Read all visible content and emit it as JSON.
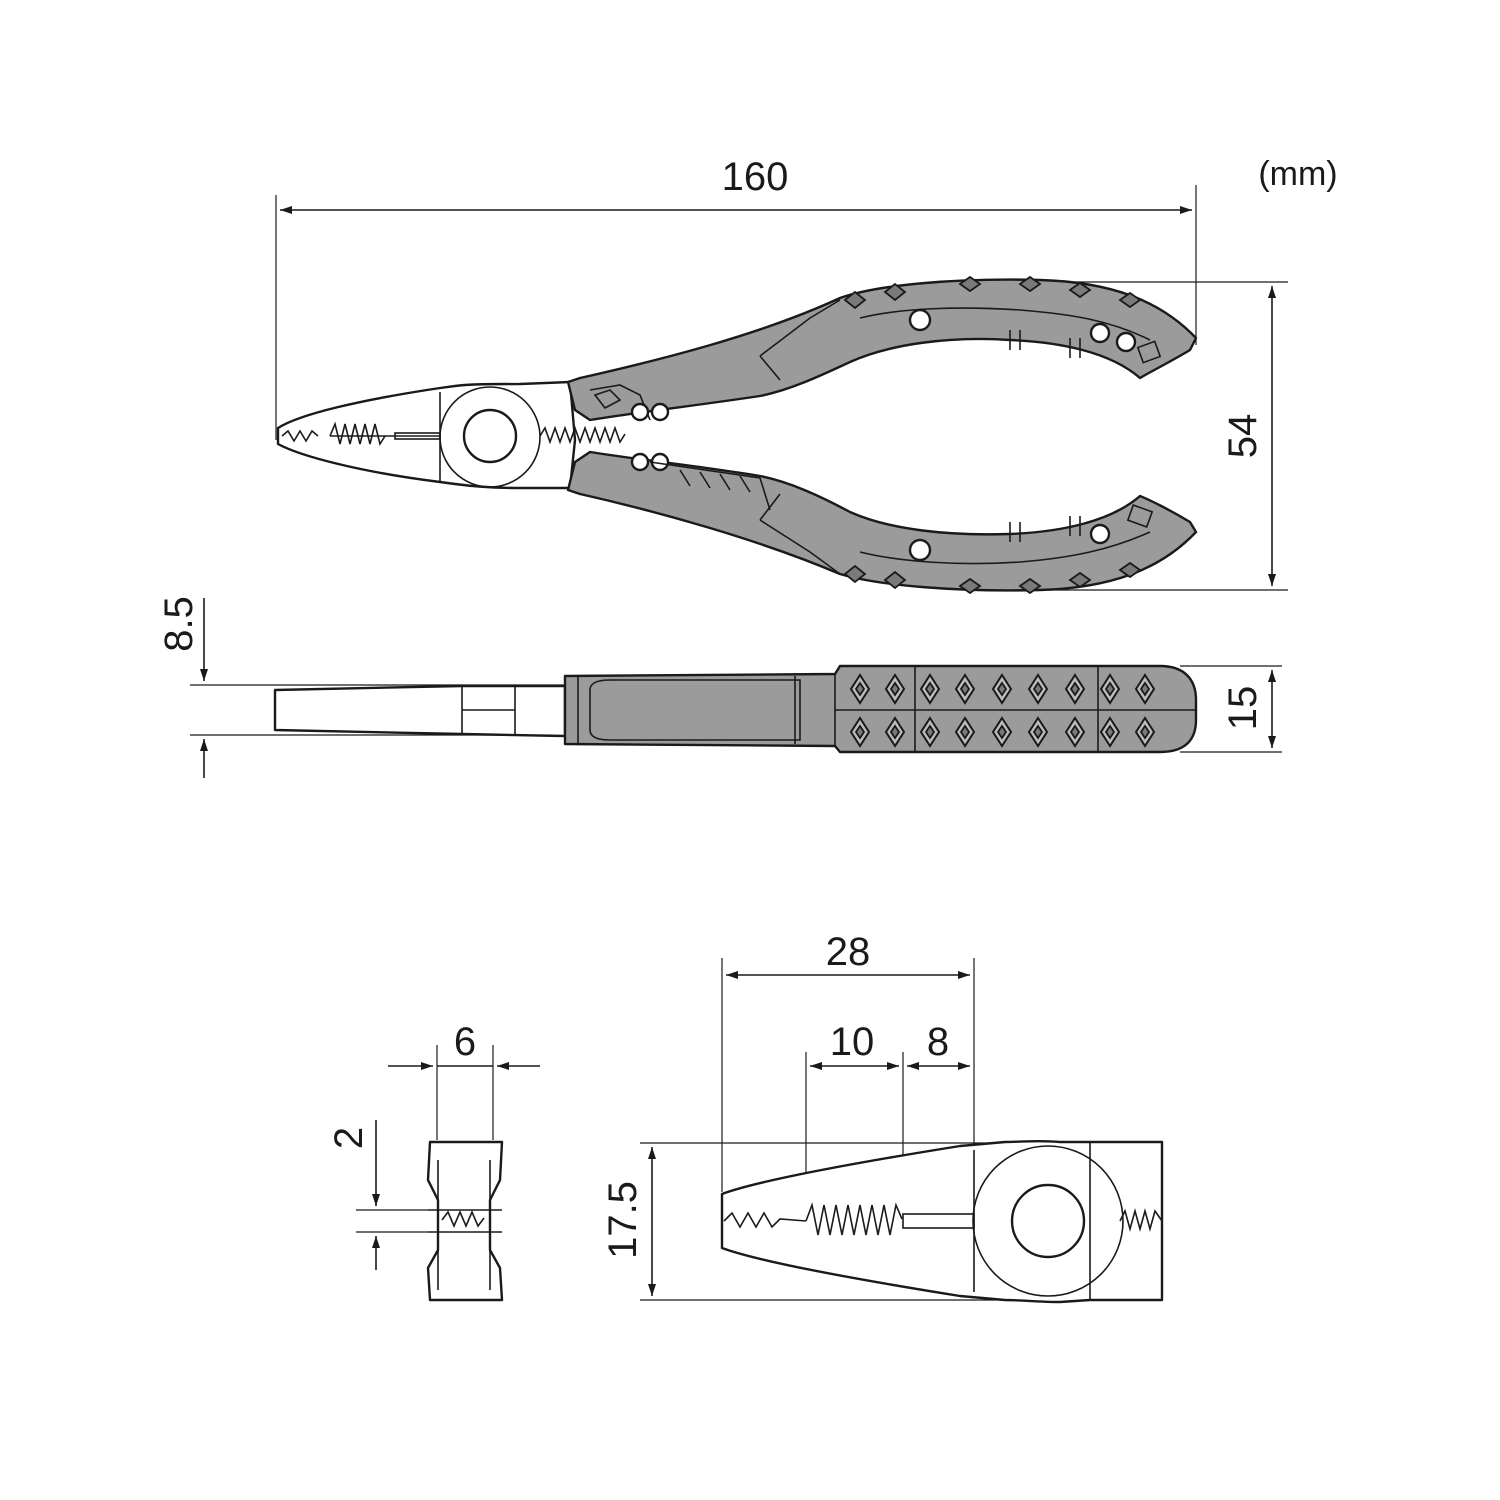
{
  "units_label": "(mm)",
  "dimensions": {
    "overall_length": "160",
    "overall_width": "54",
    "tip_thickness": "8.5",
    "handle_thickness": "15",
    "jaw_width": "6",
    "tip_gap": "2",
    "jaw_length": "28",
    "serration_length": "10",
    "cutter_length": "8",
    "jaw_height": "17.5"
  },
  "colors": {
    "line": "#1a1a1a",
    "grip": "#9b9b9b",
    "grip_dark": "#7a7a7a",
    "background": "#ffffff"
  }
}
